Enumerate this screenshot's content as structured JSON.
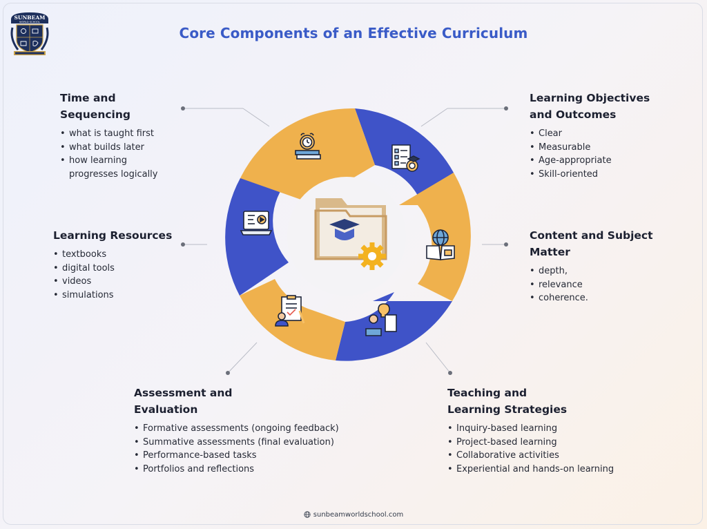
{
  "title": "Core Components of an Effective Curriculum",
  "logo": {
    "line1": "SUNBEAM",
    "line2": "WORLD SCHOOL"
  },
  "colors": {
    "blue": "#3f53c8",
    "orange": "#efb14d",
    "title": "#3a5bc7"
  },
  "components": {
    "time": {
      "heading": "Time and\nSequencing",
      "items": [
        "what is taught first",
        "what builds later",
        "how learning",
        "progresses logically"
      ],
      "icon": "alarm-clock-books-icon"
    },
    "objectives": {
      "heading": "Learning Objectives\nand Outcomes",
      "items": [
        "Clear",
        "Measurable",
        "Age-appropriate",
        "Skill-oriented"
      ],
      "icon": "checklist-target-icon"
    },
    "resources": {
      "heading": "Learning Resources",
      "items": [
        "textbooks",
        "digital tools",
        "videos",
        "simulations"
      ],
      "icon": "laptop-video-icon"
    },
    "content": {
      "heading": "Content and Subject\nMatter",
      "items": [
        "depth,",
        "relevance",
        "coherence."
      ],
      "icon": "globe-book-icon"
    },
    "assessment": {
      "heading": "Assessment and\nEvaluation",
      "items": [
        "Formative assessments (ongoing feedback)",
        "Summative assessments (final evaluation)",
        "Performance-based tasks",
        "Portfolios and reflections"
      ],
      "icon": "clipboard-teacher-icon"
    },
    "teaching": {
      "heading": "Teaching and\nLearning Strategies",
      "items": [
        "Inquiry-based learning",
        "Project-based learning",
        "Collaborative activities",
        "Experiential and hands-on learning"
      ],
      "icon": "student-lightbulb-icon"
    }
  },
  "center_icon": "folder-graduation-gear-icon",
  "footer": "sunbeamworldschool.com"
}
